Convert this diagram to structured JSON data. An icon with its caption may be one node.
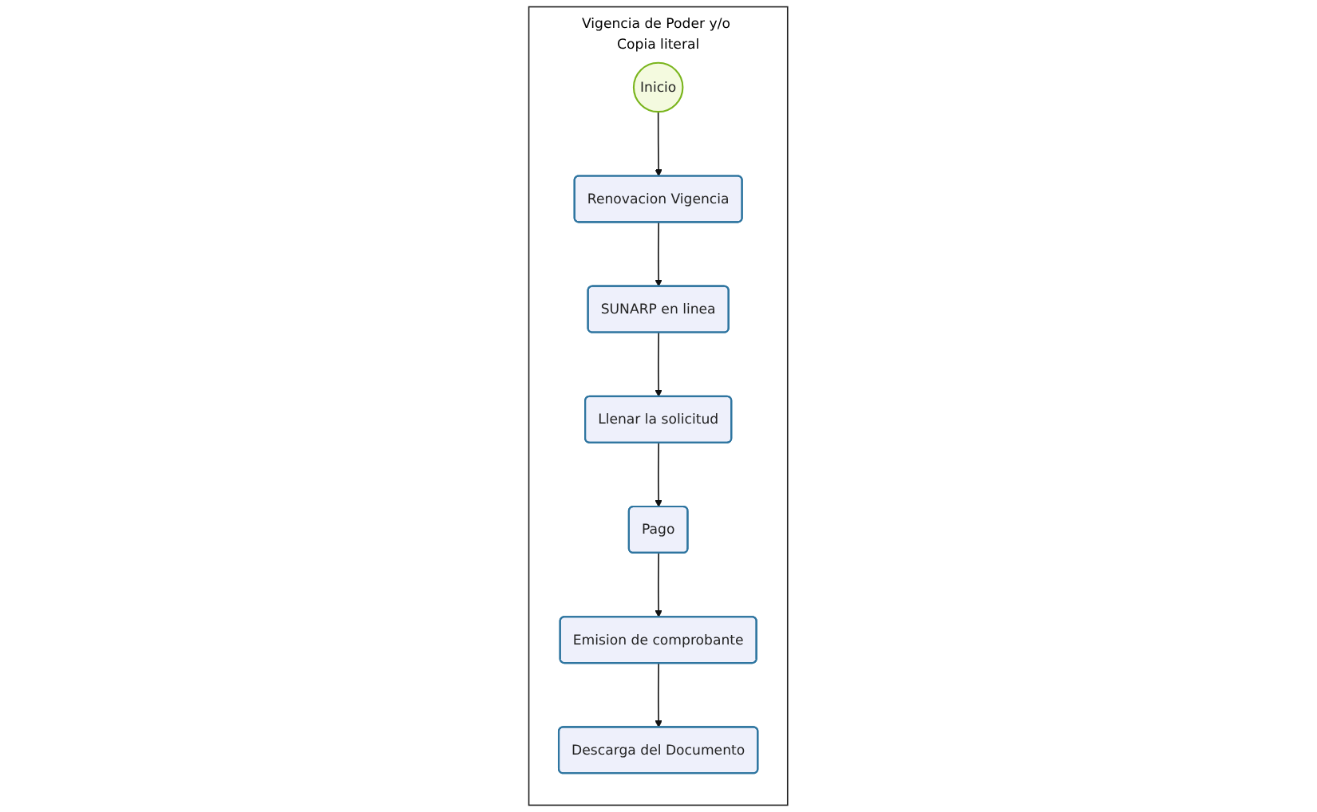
{
  "diagram": {
    "nodes": [
      {
        "text": [
          "Vigencia de Poder y/o Copia literal"
        ]
      },
      {
        "text": [
          "Inicio"
        ],
        "in": 0
      },
      {
        "text": [
          "Renovacion Vigencia"
        ],
        "in": 0
      },
      {
        "text": [
          "SUNARP en linea"
        ],
        "in": 0
      },
      {
        "text": [
          "Llenar la solicitud"
        ],
        "in": 0
      },
      {
        "text": [
          "Pago"
        ],
        "in": 0
      },
      {
        "text": [
          "Emision de comprobante"
        ],
        "in": 0
      },
      {
        "text": [
          "Descarga del Documento"
        ],
        "in": 0
      }
    ],
    "edges": [
      {
        "from": 1,
        "to": 2,
        "arrow": "to"
      },
      {
        "from": 2,
        "to": 3,
        "arrow": "to"
      },
      {
        "from": 3,
        "to": 4,
        "arrow": "to"
      },
      {
        "from": 4,
        "to": 5,
        "arrow": "to"
      },
      {
        "from": 5,
        "to": 6,
        "arrow": "to"
      },
      {
        "from": 6,
        "to": 7,
        "arrow": "to"
      }
    ]
  }
}
